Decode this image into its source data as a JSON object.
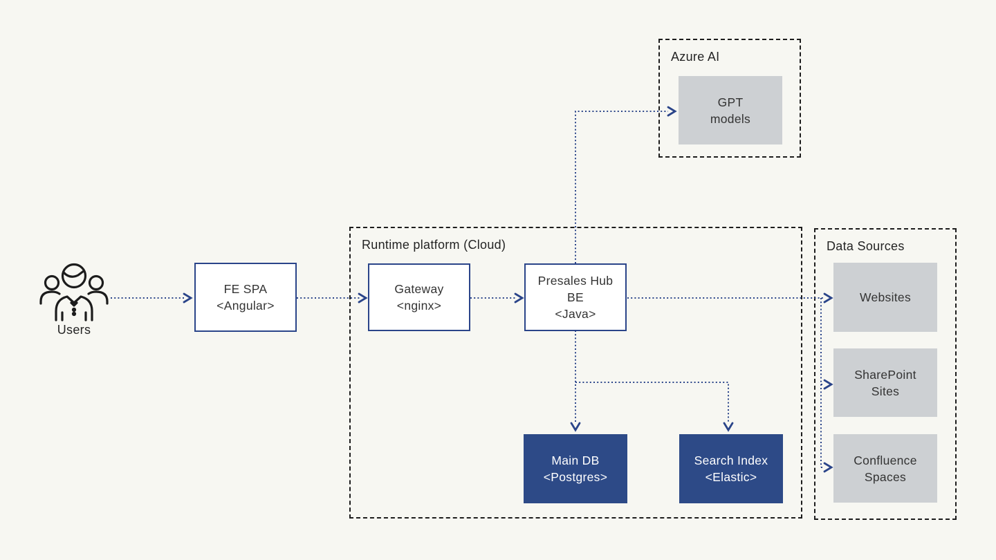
{
  "colors": {
    "background": "#f7f7f2",
    "accent_blue": "#2a4489",
    "dark_fill": "#2d4a87",
    "gray_fill": "#cdd0d3",
    "line_black": "#1c1c1c",
    "text_dark": "#333333",
    "text_light": "#ffffff"
  },
  "actors": {
    "users": {
      "label": "Users",
      "icon": "users-group-icon"
    }
  },
  "containers": {
    "runtime": {
      "label": "Runtime platform (Cloud)"
    },
    "azure": {
      "label": "Azure AI"
    },
    "data_sources": {
      "label": "Data Sources"
    }
  },
  "nodes": {
    "fe_spa": {
      "line1": "FE SPA",
      "line2": "<Angular>"
    },
    "gateway": {
      "line1": "Gateway",
      "line2": "<nginx>"
    },
    "presales_hub": {
      "line1": "Presales Hub",
      "line2": "BE",
      "line3": "<Java>"
    },
    "gpt_models": {
      "line1": "GPT",
      "line2": "models"
    },
    "main_db": {
      "line1": "Main DB",
      "line2": "<Postgres>"
    },
    "search_index": {
      "line1": "Search Index",
      "line2": "<Elastic>"
    },
    "websites": {
      "line1": "Websites"
    },
    "sharepoint": {
      "line1": "SharePoint",
      "line2": "Sites"
    },
    "confluence": {
      "line1": "Confluence",
      "line2": "Spaces"
    }
  },
  "edges": [
    {
      "from": "users",
      "to": "fe_spa"
    },
    {
      "from": "fe_spa",
      "to": "gateway"
    },
    {
      "from": "gateway",
      "to": "presales_hub"
    },
    {
      "from": "presales_hub",
      "to": "gpt_models"
    },
    {
      "from": "presales_hub",
      "to": "websites"
    },
    {
      "from": "presales_hub",
      "to": "sharepoint"
    },
    {
      "from": "presales_hub",
      "to": "confluence"
    },
    {
      "from": "presales_hub",
      "to": "main_db"
    },
    {
      "from": "presales_hub",
      "to": "search_index"
    }
  ]
}
